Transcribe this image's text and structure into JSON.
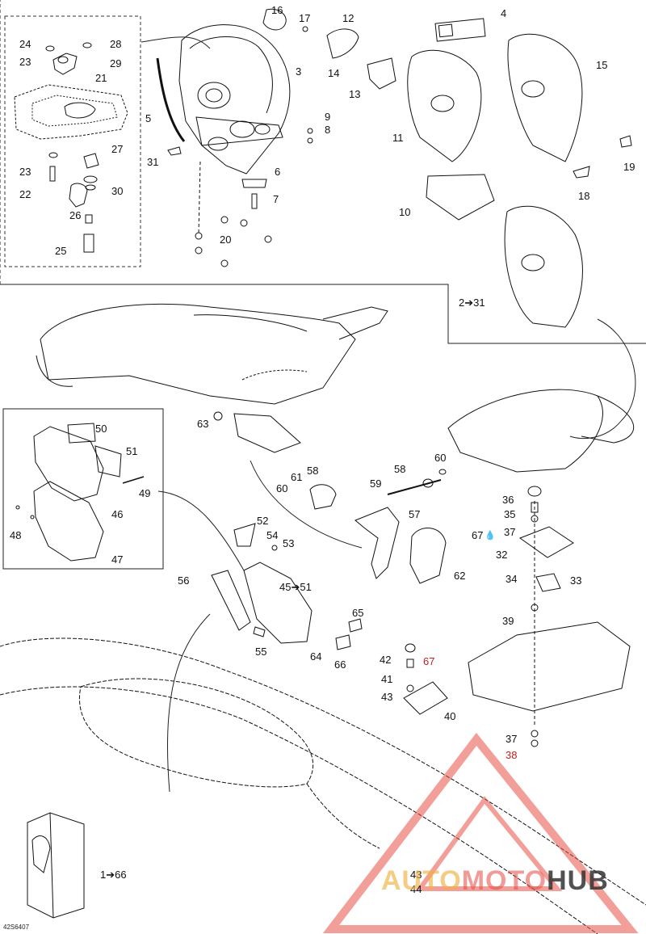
{
  "doc_id": "42S6407",
  "watermark": {
    "part1": "AUTO",
    "part2": "MOTO",
    "part3": "HUB"
  },
  "callouts": [
    {
      "id": "c16",
      "text": "16"
    },
    {
      "id": "c17",
      "text": "17"
    },
    {
      "id": "c12",
      "text": "12"
    },
    {
      "id": "c4",
      "text": "4"
    },
    {
      "id": "c24",
      "text": "24"
    },
    {
      "id": "c28",
      "text": "28"
    },
    {
      "id": "c23a",
      "text": "23"
    },
    {
      "id": "c29",
      "text": "29"
    },
    {
      "id": "c21",
      "text": "21"
    },
    {
      "id": "c3",
      "text": "3"
    },
    {
      "id": "c14",
      "text": "14"
    },
    {
      "id": "c13",
      "text": "13"
    },
    {
      "id": "c15",
      "text": "15"
    },
    {
      "id": "c5",
      "text": "5"
    },
    {
      "id": "c9",
      "text": "9"
    },
    {
      "id": "c8",
      "text": "8"
    },
    {
      "id": "c11",
      "text": "11"
    },
    {
      "id": "c27",
      "text": "27"
    },
    {
      "id": "c31",
      "text": "31"
    },
    {
      "id": "c23b",
      "text": "23"
    },
    {
      "id": "c22",
      "text": "22"
    },
    {
      "id": "c30",
      "text": "30"
    },
    {
      "id": "c6",
      "text": "6"
    },
    {
      "id": "c19",
      "text": "19"
    },
    {
      "id": "c18",
      "text": "18"
    },
    {
      "id": "c7",
      "text": "7"
    },
    {
      "id": "c26",
      "text": "26"
    },
    {
      "id": "c10",
      "text": "10"
    },
    {
      "id": "c20",
      "text": "20"
    },
    {
      "id": "c25",
      "text": "25"
    },
    {
      "id": "c2_31",
      "text": "2➔31"
    },
    {
      "id": "c63",
      "text": "63"
    },
    {
      "id": "c50",
      "text": "50"
    },
    {
      "id": "c51",
      "text": "51"
    },
    {
      "id": "c49",
      "text": "49"
    },
    {
      "id": "c46",
      "text": "46"
    },
    {
      "id": "c48",
      "text": "48"
    },
    {
      "id": "c47",
      "text": "47"
    },
    {
      "id": "c58a",
      "text": "58"
    },
    {
      "id": "c61",
      "text": "61"
    },
    {
      "id": "c60a",
      "text": "60"
    },
    {
      "id": "c60b",
      "text": "60"
    },
    {
      "id": "c58b",
      "text": "58"
    },
    {
      "id": "c59",
      "text": "59"
    },
    {
      "id": "c57",
      "text": "57"
    },
    {
      "id": "c52",
      "text": "52"
    },
    {
      "id": "c54",
      "text": "54"
    },
    {
      "id": "c53",
      "text": "53"
    },
    {
      "id": "c62",
      "text": "62"
    },
    {
      "id": "c36",
      "text": "36"
    },
    {
      "id": "c35",
      "text": "35"
    },
    {
      "id": "c67a",
      "text": "67"
    },
    {
      "id": "c37a",
      "text": "37"
    },
    {
      "id": "c32",
      "text": "32"
    },
    {
      "id": "c34",
      "text": "34"
    },
    {
      "id": "c33",
      "text": "33"
    },
    {
      "id": "c56",
      "text": "56"
    },
    {
      "id": "c45_51",
      "text": "45➔51"
    },
    {
      "id": "c65",
      "text": "65"
    },
    {
      "id": "c39",
      "text": "39"
    },
    {
      "id": "c55",
      "text": "55"
    },
    {
      "id": "c64",
      "text": "64"
    },
    {
      "id": "c66",
      "text": "66"
    },
    {
      "id": "c42",
      "text": "42"
    },
    {
      "id": "c67b",
      "text": "67"
    },
    {
      "id": "c41",
      "text": "41"
    },
    {
      "id": "c43a",
      "text": "43"
    },
    {
      "id": "c40",
      "text": "40"
    },
    {
      "id": "c37b",
      "text": "37"
    },
    {
      "id": "c38",
      "text": "38"
    },
    {
      "id": "c1_66",
      "text": "1➔66"
    },
    {
      "id": "c43b",
      "text": "43"
    },
    {
      "id": "c44",
      "text": "44"
    }
  ]
}
